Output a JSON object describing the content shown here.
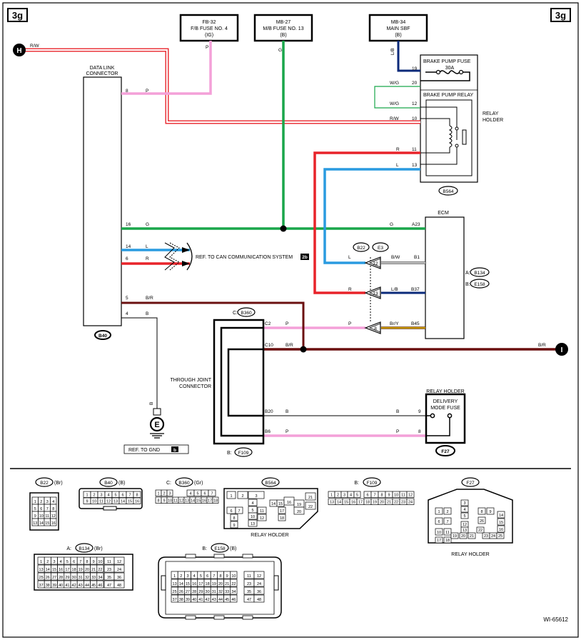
{
  "corner_tags": {
    "left": "3g",
    "right": "3g"
  },
  "fuses_top": [
    {
      "id": "FB-32",
      "line2": "F/B FUSE NO. 4",
      "line3": "(IG)"
    },
    {
      "id": "MB-27",
      "line2": "M/B FUSE NO. 13",
      "line3": "(B)"
    },
    {
      "id": "MB-34",
      "line2": "MAIN SBF",
      "line3": "(B)"
    }
  ],
  "wire_labels": {
    "rw_top": "R/W",
    "p_top": "P",
    "g_top": "G",
    "lb_top": "L/B",
    "dlc_8": "8",
    "dlc_8_color": "P",
    "dlc_16": "16",
    "dlc_16_color": "G",
    "dlc_14": "14",
    "dlc_14_color": "L",
    "dlc_6": "6",
    "dlc_6_color": "R",
    "dlc_5": "5",
    "dlc_5_color": "B/R",
    "dlc_4": "4",
    "dlc_4_color": "B",
    "gnd_b": "B",
    "relay_19": "19",
    "relay_20": "20",
    "relay_20_color": "W/G",
    "relay_12": "12",
    "relay_12_color": "W/G",
    "relay_10": "10",
    "relay_10_color": "R/W",
    "relay_11": "11",
    "relay_11_color": "R",
    "relay_13": "13",
    "relay_13_color": "L",
    "ecm_a23": "A23",
    "ecm_a23_color": "G",
    "ecm_b1": "B1",
    "ecm_b1_color": "B/W",
    "ecm_b37": "B37",
    "ecm_b37_color": "L/B",
    "ecm_b45": "B45",
    "ecm_b45_color": "Br/Y",
    "jc_l": "L",
    "jc_r": "R",
    "jc_p": "P",
    "jc_12": "12",
    "jc_13": "13",
    "jc_8": "8",
    "tj_c2": "C2",
    "tj_c2_color": "P",
    "tj_c10": "C10",
    "tj_c10_color": "B/R",
    "tj_b20": "B20",
    "tj_b20_color": "B",
    "tj_b6": "B6",
    "tj_b6_color": "P",
    "right_br": "B/R",
    "dm_9": "9",
    "dm_9_color": "B",
    "dm_8": "8",
    "dm_8_color": "P"
  },
  "labels": {
    "data_link_connector": [
      "DATA LINK",
      "CONNECTOR"
    ],
    "brake_pump_fuse": "BRAKE PUMP FUSE",
    "fuse_30a": "30A",
    "brake_pump_relay": "BRAKE PUMP RELAY",
    "relay_holder": [
      "RELAY",
      "HOLDER"
    ],
    "ecm": "ECM",
    "ecm_a": "A:",
    "ecm_b": "B:",
    "through_joint": [
      "THROUGH JOINT",
      "CONNECTOR"
    ],
    "tj_c": "C:",
    "tj_b": "B:",
    "relay_holder_dm": "RELAY HOLDER",
    "delivery_mode_fuse": [
      "DELIVERY",
      "MODE FUSE"
    ],
    "ref_can": "REF. TO CAN COMMUNICATION SYSTEM",
    "ref_can_tag": "2b",
    "ref_gnd": "REF. TO GND",
    "ref_gnd_tag": "b",
    "ground_letter": "E",
    "terminal_h": "H",
    "terminal_i": "I",
    "figure_id": "WI-65612"
  },
  "connector_ids": {
    "b40": "B40",
    "b564": "B564",
    "b134": "B134",
    "e158": "E158",
    "b22": "B22",
    "e3": "E3",
    "b360": "B360",
    "f109": "F109",
    "f27": "F27"
  },
  "connector_views": {
    "b22": {
      "prefix": "",
      "id": "B22",
      "color": "(Br)",
      "rows": [
        [
          "1",
          "2",
          "3",
          "4"
        ],
        [
          "5",
          "6",
          "7",
          "8"
        ],
        [
          "9",
          "10",
          "11",
          "12"
        ],
        [
          "13",
          "14",
          "15",
          "16"
        ]
      ]
    },
    "b40": {
      "prefix": "",
      "id": "B40",
      "color": "(B)",
      "rows": [
        [
          "1",
          "2",
          "3",
          "4",
          "5",
          "6",
          "7",
          "8"
        ],
        [
          "9",
          "10",
          "11",
          "12",
          "13",
          "14",
          "15",
          "16"
        ]
      ]
    },
    "b360": {
      "prefix": "C:",
      "id": "B360",
      "color": "(Gr)",
      "rows": [
        [
          "1",
          "2",
          "3",
          "4",
          "5",
          "6",
          "7"
        ],
        [
          "8",
          "9",
          "10",
          "11",
          "12",
          "13",
          "14",
          "15",
          "16",
          "17",
          "18"
        ]
      ]
    },
    "b564": {
      "prefix": "",
      "id": "B564",
      "color": "",
      "caption": "RELAY HOLDER",
      "cells": [
        "1",
        "2",
        "3",
        "4",
        "5",
        "6",
        "7",
        "8",
        "9",
        "10",
        "11",
        "12",
        "13",
        "14",
        "15",
        "16",
        "17",
        "18",
        "19",
        "20",
        "21",
        "22"
      ]
    },
    "f109": {
      "prefix": "B:",
      "id": "F109",
      "color": "",
      "rows": [
        [
          "1",
          "2",
          "3",
          "4",
          "5",
          "6",
          "7",
          "8",
          "9",
          "10",
          "11",
          "12"
        ],
        [
          "13",
          "14",
          "15",
          "16",
          "17",
          "18",
          "19",
          "20",
          "21",
          "22",
          "23",
          "24"
        ]
      ]
    },
    "f27": {
      "prefix": "",
      "id": "F27",
      "color": "",
      "caption": "RELAY HOLDER",
      "cells": [
        "1",
        "2",
        "3",
        "4",
        "5",
        "6",
        "7",
        "8",
        "9",
        "10",
        "11",
        "12",
        "13",
        "14",
        "15",
        "16",
        "17",
        "18",
        "19",
        "20",
        "21",
        "22",
        "23",
        "24",
        "25",
        "26"
      ]
    },
    "b134": {
      "prefix": "A:",
      "id": "B134",
      "color": "(Br)",
      "rows": [
        [
          "1",
          "2",
          "3",
          "4",
          "5",
          "6",
          "7",
          "8",
          "9",
          "10",
          "11",
          "12"
        ],
        [
          "13",
          "14",
          "15",
          "16",
          "17",
          "18",
          "19",
          "20",
          "21",
          "22",
          "23",
          "24"
        ],
        [
          "25",
          "26",
          "27",
          "28",
          "29",
          "30",
          "31",
          "32",
          "33",
          "34",
          "35",
          "36"
        ],
        [
          "37",
          "38",
          "39",
          "40",
          "41",
          "42",
          "43",
          "44",
          "45",
          "46",
          "47",
          "48"
        ]
      ]
    },
    "e158": {
      "prefix": "B:",
      "id": "E158",
      "color": "(B)",
      "rows": [
        [
          "1",
          "2",
          "3",
          "4",
          "5",
          "6",
          "7",
          "8",
          "9",
          "10",
          "11",
          "12"
        ],
        [
          "13",
          "14",
          "15",
          "16",
          "17",
          "18",
          "19",
          "20",
          "21",
          "22",
          "23",
          "24"
        ],
        [
          "25",
          "26",
          "27",
          "28",
          "29",
          "30",
          "31",
          "32",
          "33",
          "34",
          "35",
          "36"
        ],
        [
          "37",
          "38",
          "39",
          "40",
          "41",
          "42",
          "43",
          "44",
          "45",
          "46",
          "47",
          "48"
        ]
      ]
    }
  },
  "colors": {
    "wire_pink": "#f4a0d8",
    "wire_green": "#19a64a",
    "wire_blue": "#2a9be0",
    "wire_red": "#e8232a",
    "wire_darkred": "#6b1010",
    "wire_navy": "#0b2a7a",
    "wire_yellow": "#e8b400",
    "wire_gray": "#555555",
    "wire_black": "#000000"
  }
}
